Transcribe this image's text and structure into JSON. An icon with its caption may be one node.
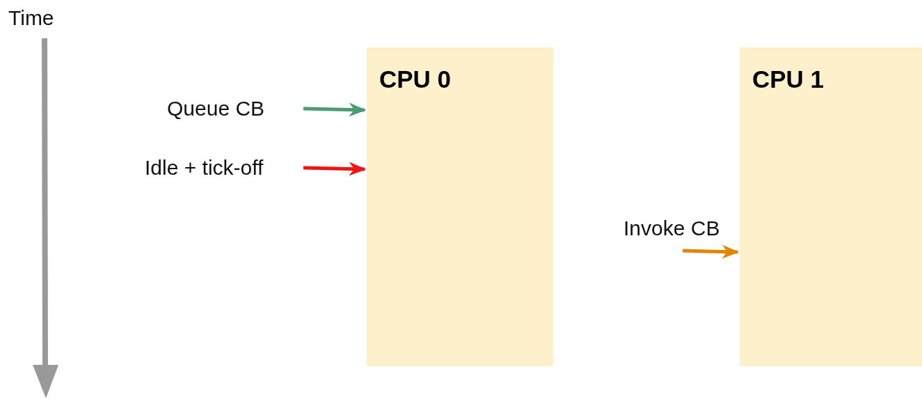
{
  "diagram": {
    "nodes": [
      {
        "text": [
          "CPU 0"
        ]
      },
      {
        "text": [
          "CPU 1"
        ]
      },
      {
        "text": [
          "Queue CB"
        ]
      },
      {
        "text": [
          "Idle + tick-off"
        ]
      },
      {
        "text": [
          "Invoke CB"
        ]
      }
    ],
    "edges": [
      {
        "from": 2,
        "to": 0,
        "arrow": "to",
        "color": "#4a9d6f"
      },
      {
        "from": 3,
        "to": 0,
        "arrow": "to",
        "color": "#f01414"
      },
      {
        "from": 4,
        "to": 1,
        "arrow": "to",
        "color": "#e08600"
      }
    ],
    "labels": [
      "Time"
    ]
  }
}
